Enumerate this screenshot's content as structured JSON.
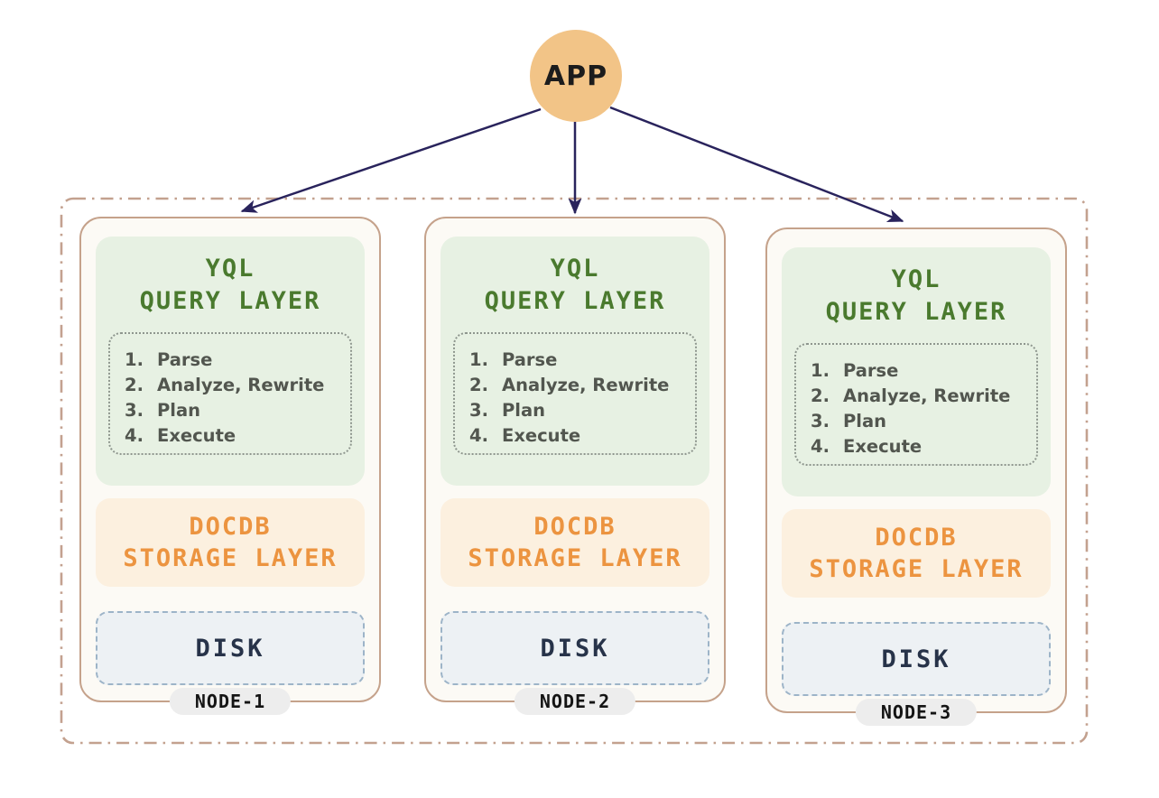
{
  "diagram": {
    "app": {
      "label": "APP"
    },
    "nodes": [
      {
        "name": "NODE-1",
        "query_layer": {
          "title_line1": "YQL",
          "title_line2": "QUERY LAYER",
          "steps": [
            {
              "num": "1.",
              "text": "Parse"
            },
            {
              "num": "2.",
              "text": "Analyze, Rewrite"
            },
            {
              "num": "3.",
              "text": "Plan"
            },
            {
              "num": "4.",
              "text": "Execute"
            }
          ]
        },
        "storage_layer": {
          "title_line1": "DOCDB",
          "title_line2": "STORAGE LAYER"
        },
        "disk_label": "DISK"
      },
      {
        "name": "NODE-2",
        "query_layer": {
          "title_line1": "YQL",
          "title_line2": "QUERY LAYER",
          "steps": [
            {
              "num": "1.",
              "text": "Parse"
            },
            {
              "num": "2.",
              "text": "Analyze, Rewrite"
            },
            {
              "num": "3.",
              "text": "Plan"
            },
            {
              "num": "4.",
              "text": "Execute"
            }
          ]
        },
        "storage_layer": {
          "title_line1": "DOCDB",
          "title_line2": "STORAGE LAYER"
        },
        "disk_label": "DISK"
      },
      {
        "name": "NODE-3",
        "query_layer": {
          "title_line1": "YQL",
          "title_line2": "QUERY LAYER",
          "steps": [
            {
              "num": "1.",
              "text": "Parse"
            },
            {
              "num": "2.",
              "text": "Analyze, Rewrite"
            },
            {
              "num": "3.",
              "text": "Plan"
            },
            {
              "num": "4.",
              "text": "Execute"
            }
          ]
        },
        "storage_layer": {
          "title_line1": "DOCDB",
          "title_line2": "STORAGE LAYER"
        },
        "disk_label": "DISK"
      }
    ],
    "colors": {
      "app_circle": "#f2c487",
      "arrow": "#29235c",
      "outer_cluster_border": "#c3a18f",
      "card_background": "#fcfaf5",
      "card_border": "#c5a28b",
      "query_layer_bg": "#e7f1e3",
      "query_layer_text": "#4a7a2e",
      "steps_border": "#8e968e",
      "steps_text": "#52564f",
      "storage_layer_bg": "#fcf0df",
      "storage_layer_text": "#ec9440",
      "disk_bg": "#edf1f4",
      "disk_border": "#9db4c8",
      "disk_text": "#273349",
      "node_badge_bg": "#ededed",
      "node_badge_text": "#141414"
    }
  }
}
